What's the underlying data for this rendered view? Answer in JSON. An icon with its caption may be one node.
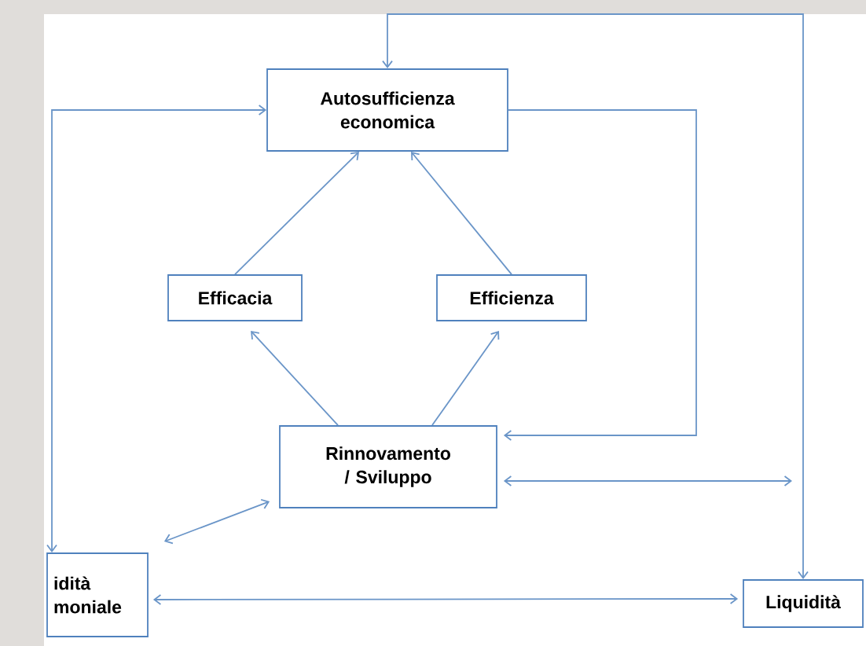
{
  "diagram": {
    "nodes": [
      {
        "text": [
          "Autosufficienza economica"
        ]
      },
      {
        "text": [
          "Efficacia"
        ]
      },
      {
        "text": [
          "Efficienza"
        ]
      },
      {
        "text": [
          "Rinnovamento / Sviluppo"
        ]
      },
      {
        "text": [
          "idità moniale"
        ]
      },
      {
        "text": [
          "Liquidità"
        ]
      }
    ],
    "edges": [
      {
        "from": 1,
        "to": 0,
        "arrow": "to"
      },
      {
        "from": 2,
        "to": 0,
        "arrow": "to"
      },
      {
        "from": 3,
        "to": 1,
        "arrow": "to"
      },
      {
        "from": 3,
        "to": 2,
        "arrow": "to"
      },
      {
        "from": 0,
        "to": 3,
        "arrow": "to"
      },
      {
        "from": 0,
        "to": 5,
        "arrow": "both"
      },
      {
        "from": 0,
        "to": 4,
        "arrow": "both"
      },
      {
        "from": 3,
        "to": 4,
        "arrow": "both"
      },
      {
        "from": 3,
        "to": null,
        "arrow": "both"
      },
      {
        "from": 4,
        "to": 5,
        "arrow": "both"
      }
    ]
  }
}
